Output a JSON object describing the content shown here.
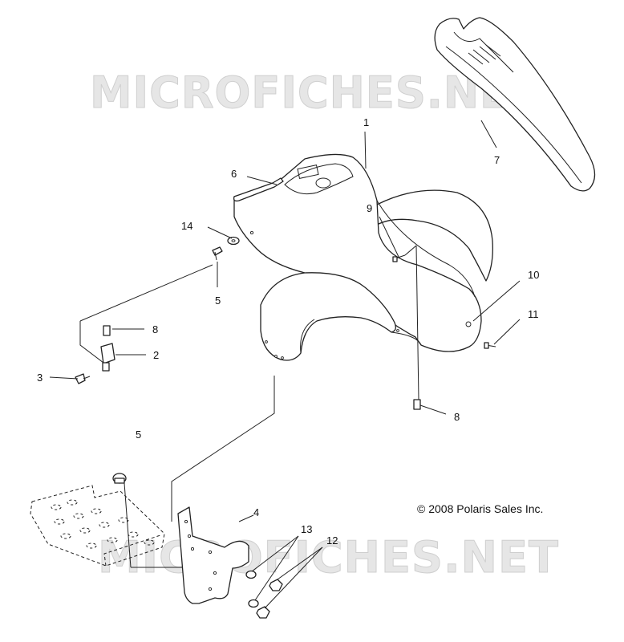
{
  "watermark_text": "MICROFICHES.NET",
  "copyright": "© 2008 Polaris Sales Inc.",
  "callouts": {
    "c1": "1",
    "c2": "2",
    "c3": "3",
    "c4": "4",
    "c5a": "5",
    "c5b": "5",
    "c6": "6",
    "c7": "7",
    "c8a": "8",
    "c8b": "8",
    "c9": "9",
    "c10": "10",
    "c11": "11",
    "c12": "12",
    "c13": "13",
    "c14": "14"
  }
}
